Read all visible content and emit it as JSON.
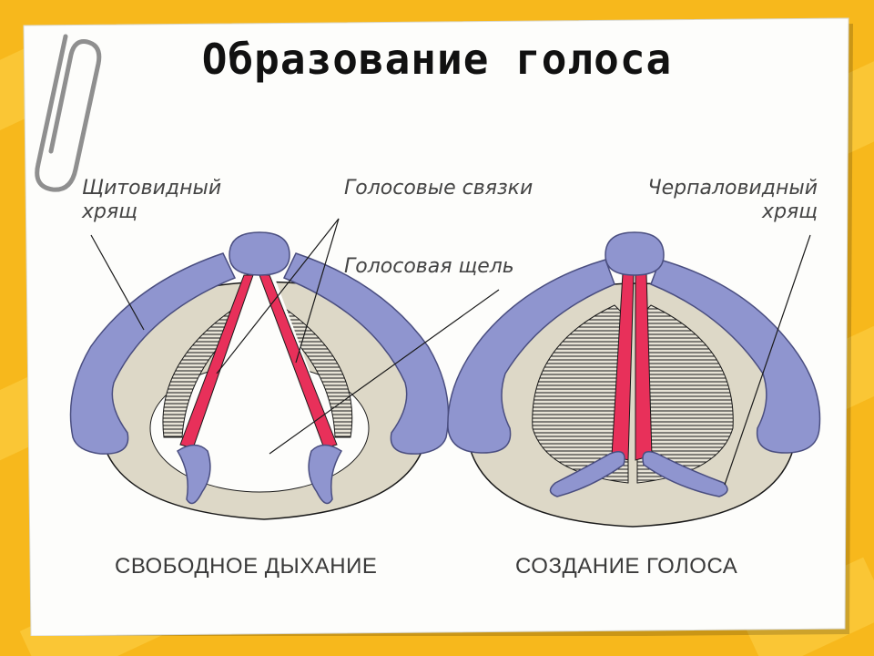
{
  "title": "Образование голоса",
  "labels": {
    "thyroid_cartilage_line1": "Щитовидный",
    "thyroid_cartilage_line2": "хрящ",
    "vocal_cords": "Голосовые связки",
    "glottis": "Голосовая щель",
    "arytenoid_line1": "Черпаловидный",
    "arytenoid_line2": "хрящ"
  },
  "captions": {
    "left": "СВОБОДНОЕ ДЫХАНИЕ",
    "right": "СОЗДАНИЕ ГОЛОСА"
  },
  "colors": {
    "background": "#f7b81c",
    "paper": "#fdfdfb",
    "cartilage": "#8f95cf",
    "cord": "#e8305a",
    "tissue": "#ded9c9",
    "ink": "#111111"
  }
}
